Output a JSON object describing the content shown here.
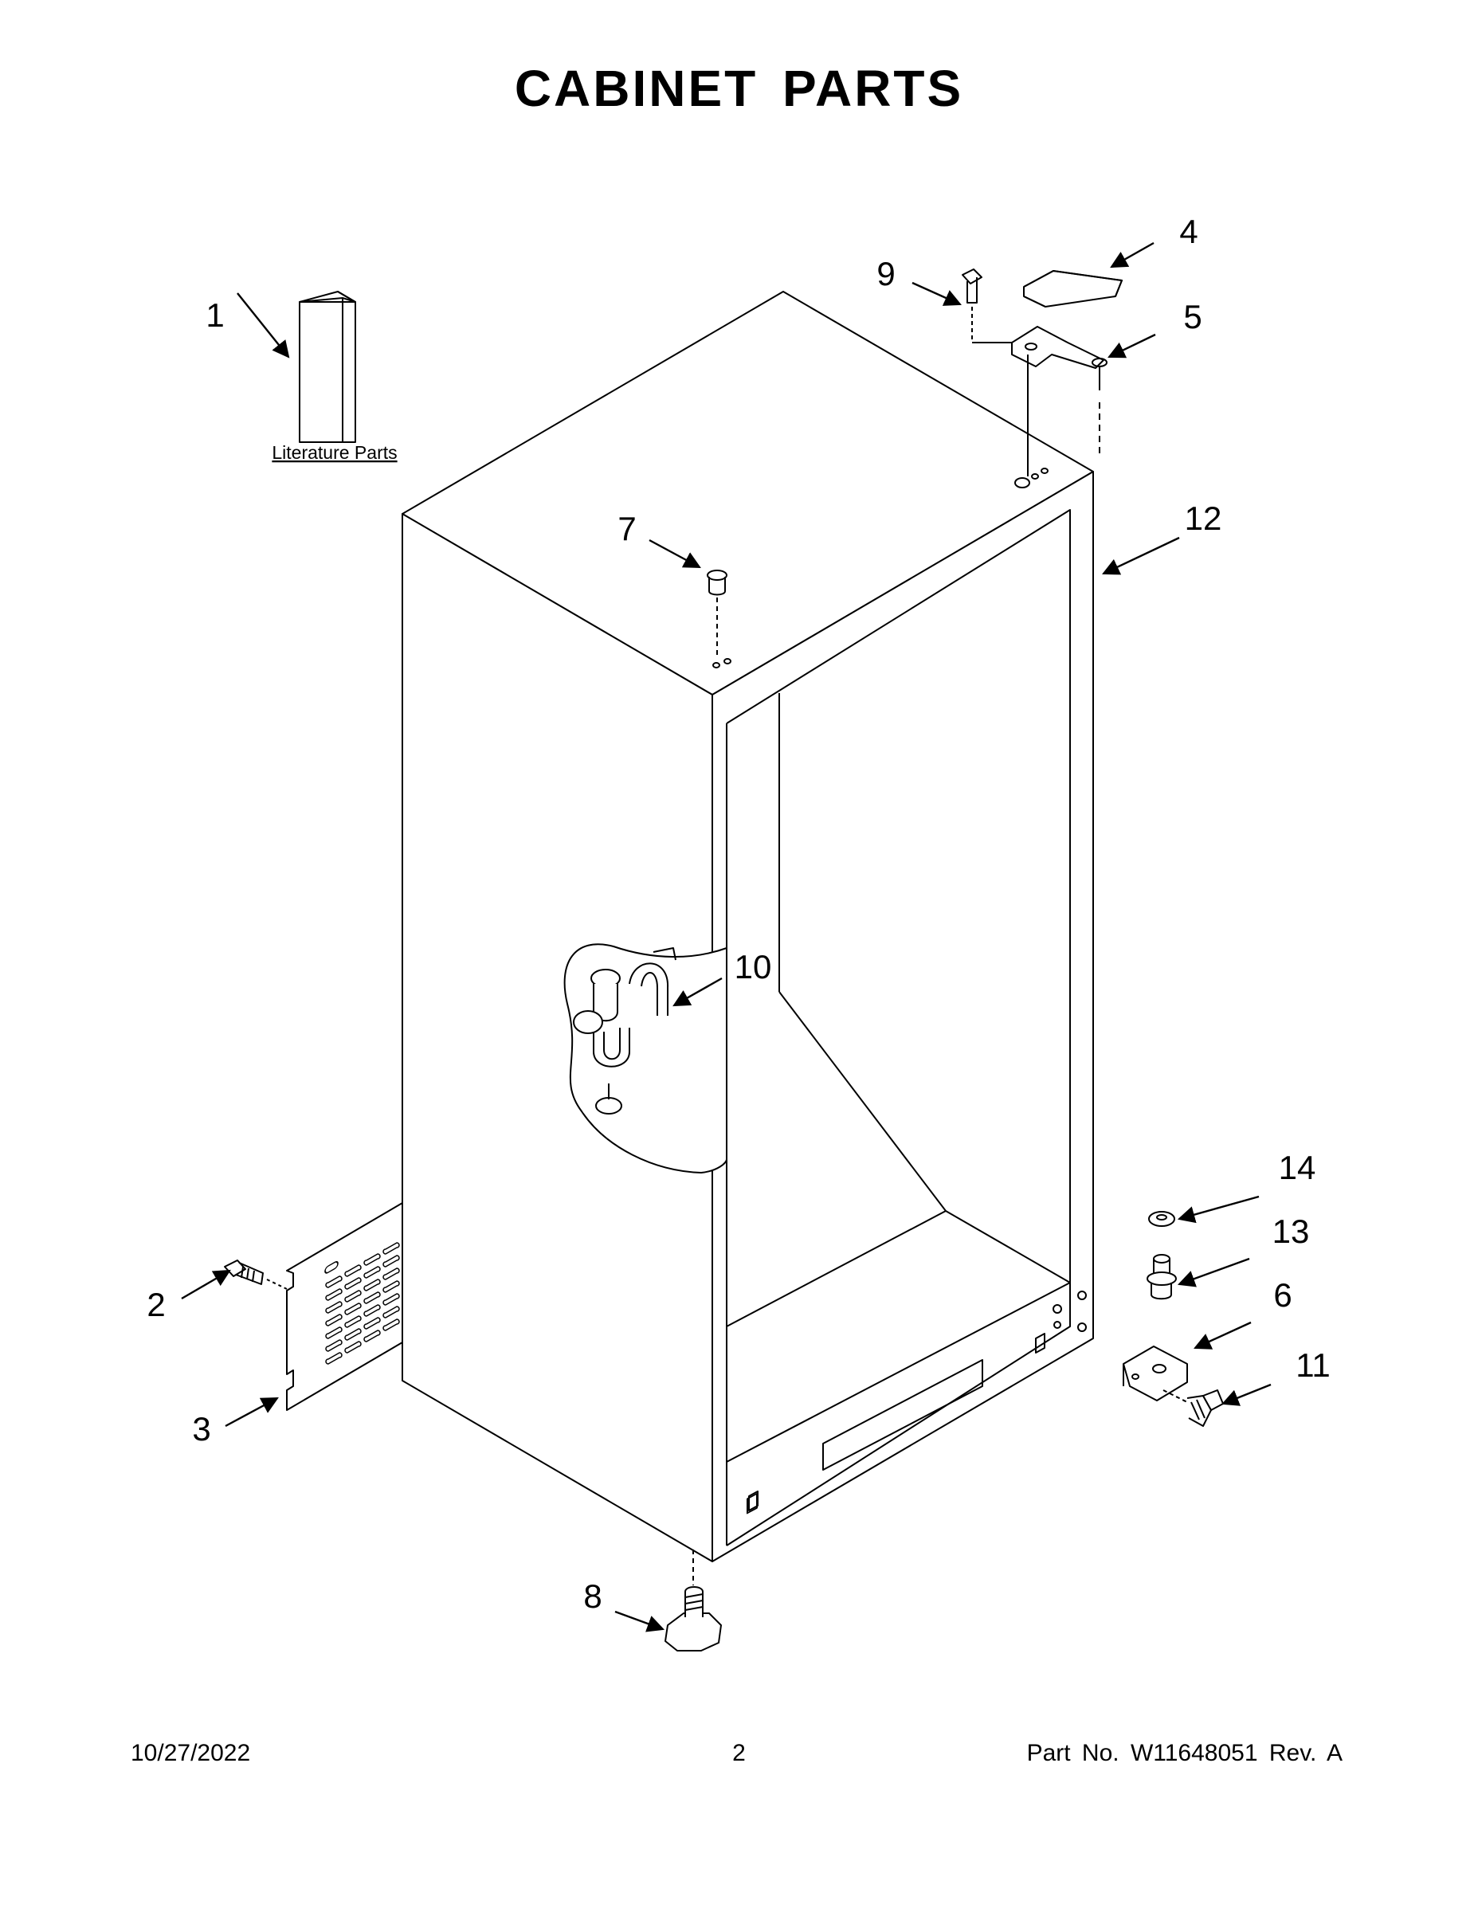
{
  "page": {
    "title": "CABINET PARTS",
    "literature_label": "Literature Parts",
    "footer": {
      "date": "10/27/2022",
      "page_number": "2",
      "part_number": "Part No.  W11648051  Rev.  A"
    }
  },
  "callouts": [
    {
      "id": "1",
      "label": "1"
    },
    {
      "id": "2",
      "label": "2"
    },
    {
      "id": "3",
      "label": "3"
    },
    {
      "id": "4",
      "label": "4"
    },
    {
      "id": "5",
      "label": "5"
    },
    {
      "id": "6",
      "label": "6"
    },
    {
      "id": "7",
      "label": "7"
    },
    {
      "id": "8",
      "label": "8"
    },
    {
      "id": "9",
      "label": "9"
    },
    {
      "id": "10",
      "label": "10"
    },
    {
      "id": "11",
      "label": "11"
    },
    {
      "id": "12",
      "label": "12"
    },
    {
      "id": "13",
      "label": "13"
    },
    {
      "id": "14",
      "label": "14"
    }
  ],
  "colors": {
    "line": "#000000",
    "page": "#ffffff"
  }
}
